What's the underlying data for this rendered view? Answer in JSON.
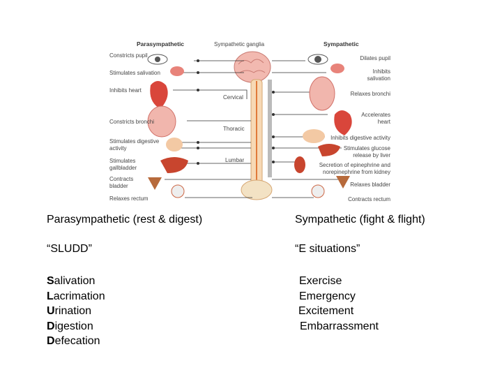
{
  "diagram": {
    "header_left": "Parasympathetic",
    "header_center": "Sympathetic ganglia",
    "header_right": "Sympathetic",
    "left_labels": [
      "Constricts pupil",
      "Stimulates salivation",
      "Inhibits heart",
      "Constricts bronchi",
      "Stimulates digestive",
      "activity",
      "Stimulates",
      "gallbladder",
      "Contracts",
      "bladder",
      "Relaxes rectum"
    ],
    "spine_labels": [
      "Cervical",
      "Thoracic",
      "Lumbar"
    ],
    "right_labels": [
      "Dilates pupil",
      "Inhibits",
      "salivation",
      "Relaxes bronchi",
      "Accelerates",
      "heart",
      "Inhibits digestive activity",
      "Stimulates glucose",
      "release by liver",
      "Secretion of epinephrine and",
      "norepinephrine from kidney",
      "Relaxes bladder",
      "Contracts rectum"
    ]
  },
  "comparison": {
    "left_title": "Parasympathetic (rest & digest)",
    "right_title": "Sympathetic (fight & flight)",
    "left_mnemonic": "“SLUDD”",
    "right_mnemonic": "“E situations”",
    "left_items": [
      {
        "first": "S",
        "rest": "alivation"
      },
      {
        "first": "L",
        "rest": "acrimation"
      },
      {
        "first": "U",
        "rest": "rination"
      },
      {
        "first": "D",
        "rest": "igestion"
      },
      {
        "first": "D",
        "rest": "efecation"
      }
    ],
    "right_items": [
      "Exercise",
      "Emergency",
      "Excitement",
      "Embarrassment"
    ]
  }
}
